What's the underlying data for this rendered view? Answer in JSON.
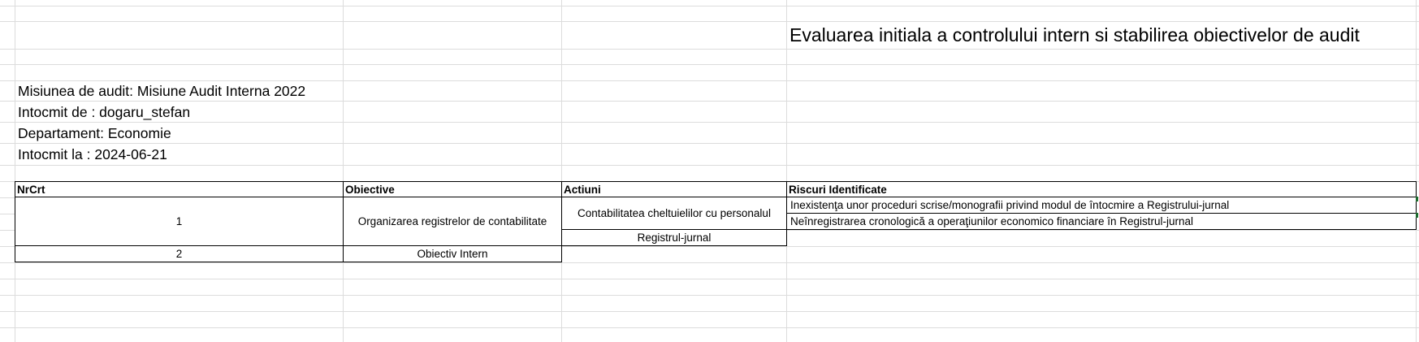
{
  "title": "Evaluarea initiala a controlului intern si stabilirea obiectivelor de audit",
  "info": {
    "mission": "Misiunea de audit: Misiune Audit Interna 2022",
    "prepared_by": "Intocmit de : dogaru_stefan",
    "department": "Departament: Economie",
    "prepared_on": "Intocmit la : 2024-06-21"
  },
  "table": {
    "headers": {
      "nrcrt": "NrCrt",
      "objectives": "Obiective",
      "actions": "Actiuni",
      "risks": "Riscuri Identificate"
    },
    "rows": [
      {
        "nr": "1",
        "objective": "Organizarea registrelor de contabilitate",
        "actions": [
          "Contabilitatea cheltuielilor cu personalul",
          "Registrul-jurnal"
        ],
        "risks": [
          "Inexistenţa unor proceduri scrise/monografii privind modul de întocmire a Registrului-jurnal",
          "Neînregistrarea cronologică a operaţiunilor economico financiare în Registrul-jurnal"
        ]
      },
      {
        "nr": "2",
        "objective": "Obiectiv Intern"
      }
    ]
  },
  "colors": {
    "gridline": "#dcdcdc",
    "border": "#000000",
    "selection_mark": "#1f6b2e"
  }
}
